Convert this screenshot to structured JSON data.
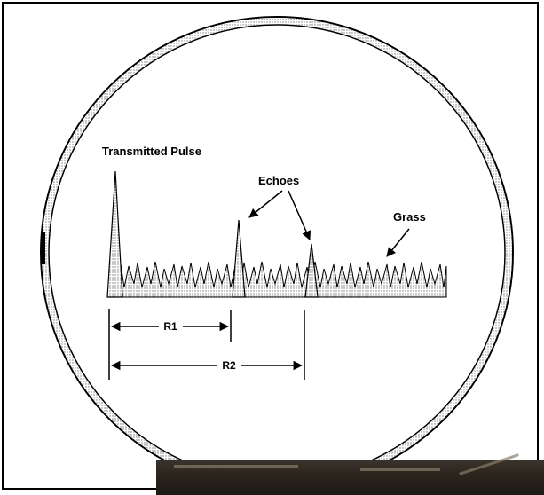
{
  "labels": {
    "transmitted_pulse": "Transmitted Pulse",
    "echoes": "Echoes",
    "grass": "Grass",
    "range_1": "R1",
    "range_2": "R2"
  }
}
